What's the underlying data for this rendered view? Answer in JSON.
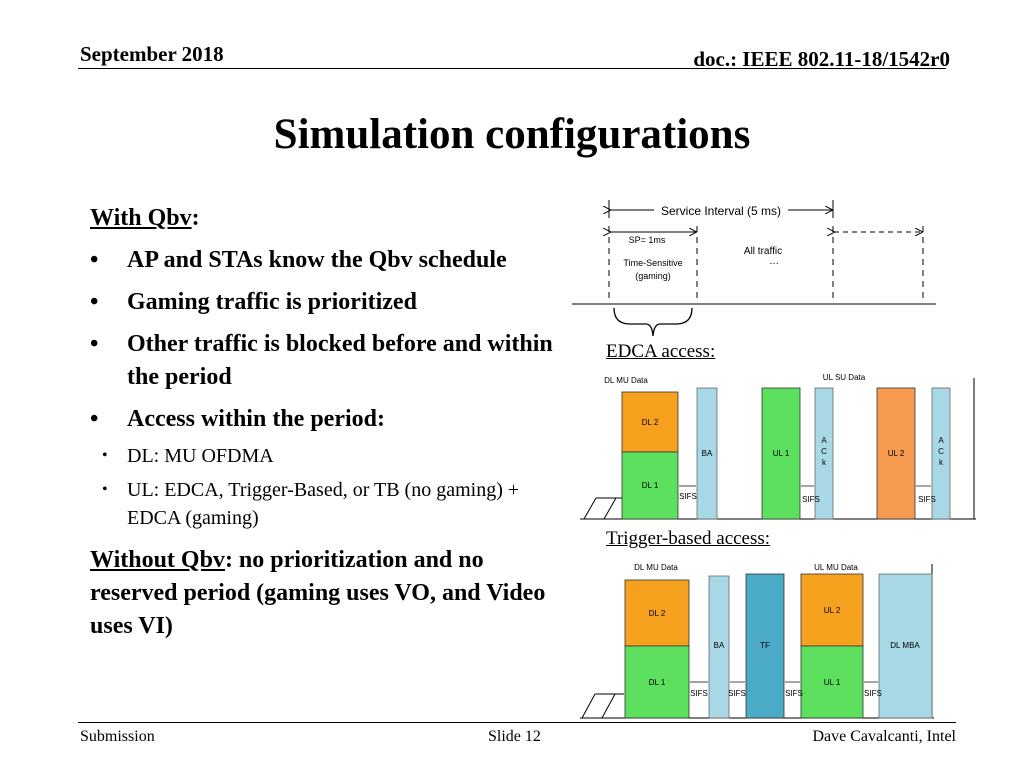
{
  "header": {
    "date": "September 2018",
    "doc": "doc.: IEEE 802.11-18/1542r0"
  },
  "title": "Simulation configurations",
  "left": {
    "with_label": "With Qbv",
    "with_colon": ":",
    "bullets": [
      "AP and STAs know the Qbv schedule",
      "Gaming traffic is prioritized",
      "Other traffic is blocked before and within the period",
      "Access within the period:"
    ],
    "sub_bullets": [
      "DL: MU OFDMA",
      "UL: EDCA, Trigger-Based, or TB (no gaming) + EDCA (gaming)"
    ],
    "without_label": "Without Qbv",
    "without_text": ": no prioritization and no reserved period (gaming uses VO, and Video uses VI)"
  },
  "diagram_top": {
    "service_interval": "Service Interval (5 ms)",
    "sp": "SP= 1ms",
    "ts1": "Time-Sensitive",
    "ts2": "(gaming)",
    "all_traffic": "All traffic",
    "dots": "…"
  },
  "edca": {
    "section_label": "EDCA access:",
    "dl_mu": "DL MU Data",
    "ul_su": "UL SU Data",
    "dl2": "DL 2",
    "dl1": "DL 1",
    "ba": "BA",
    "ul1": "UL 1",
    "ul2": "UL 2",
    "ack_a": "A",
    "ack_c": "C",
    "ack_k": "k",
    "sifs": "SIFS"
  },
  "trigger": {
    "section_label": "Trigger-based access:",
    "dl_mu": "DL MU Data",
    "ul_mu": "UL MU Data",
    "dl2": "DL 2",
    "dl1": "DL 1",
    "ba": "BA",
    "tf": "TF",
    "ul2": "UL 2",
    "ul1": "UL 1",
    "dl_mba": "DL MBA",
    "sifs": "SIFS"
  },
  "colors": {
    "orange": "#F6A11D",
    "green": "#5DE05D",
    "lightblue": "#A8D8E6",
    "tealblue": "#4BAAC6",
    "ul_orange": "#F59A4E"
  },
  "footer": {
    "left": "Submission",
    "center": "Slide 12",
    "right": "Dave Cavalcanti, Intel"
  }
}
